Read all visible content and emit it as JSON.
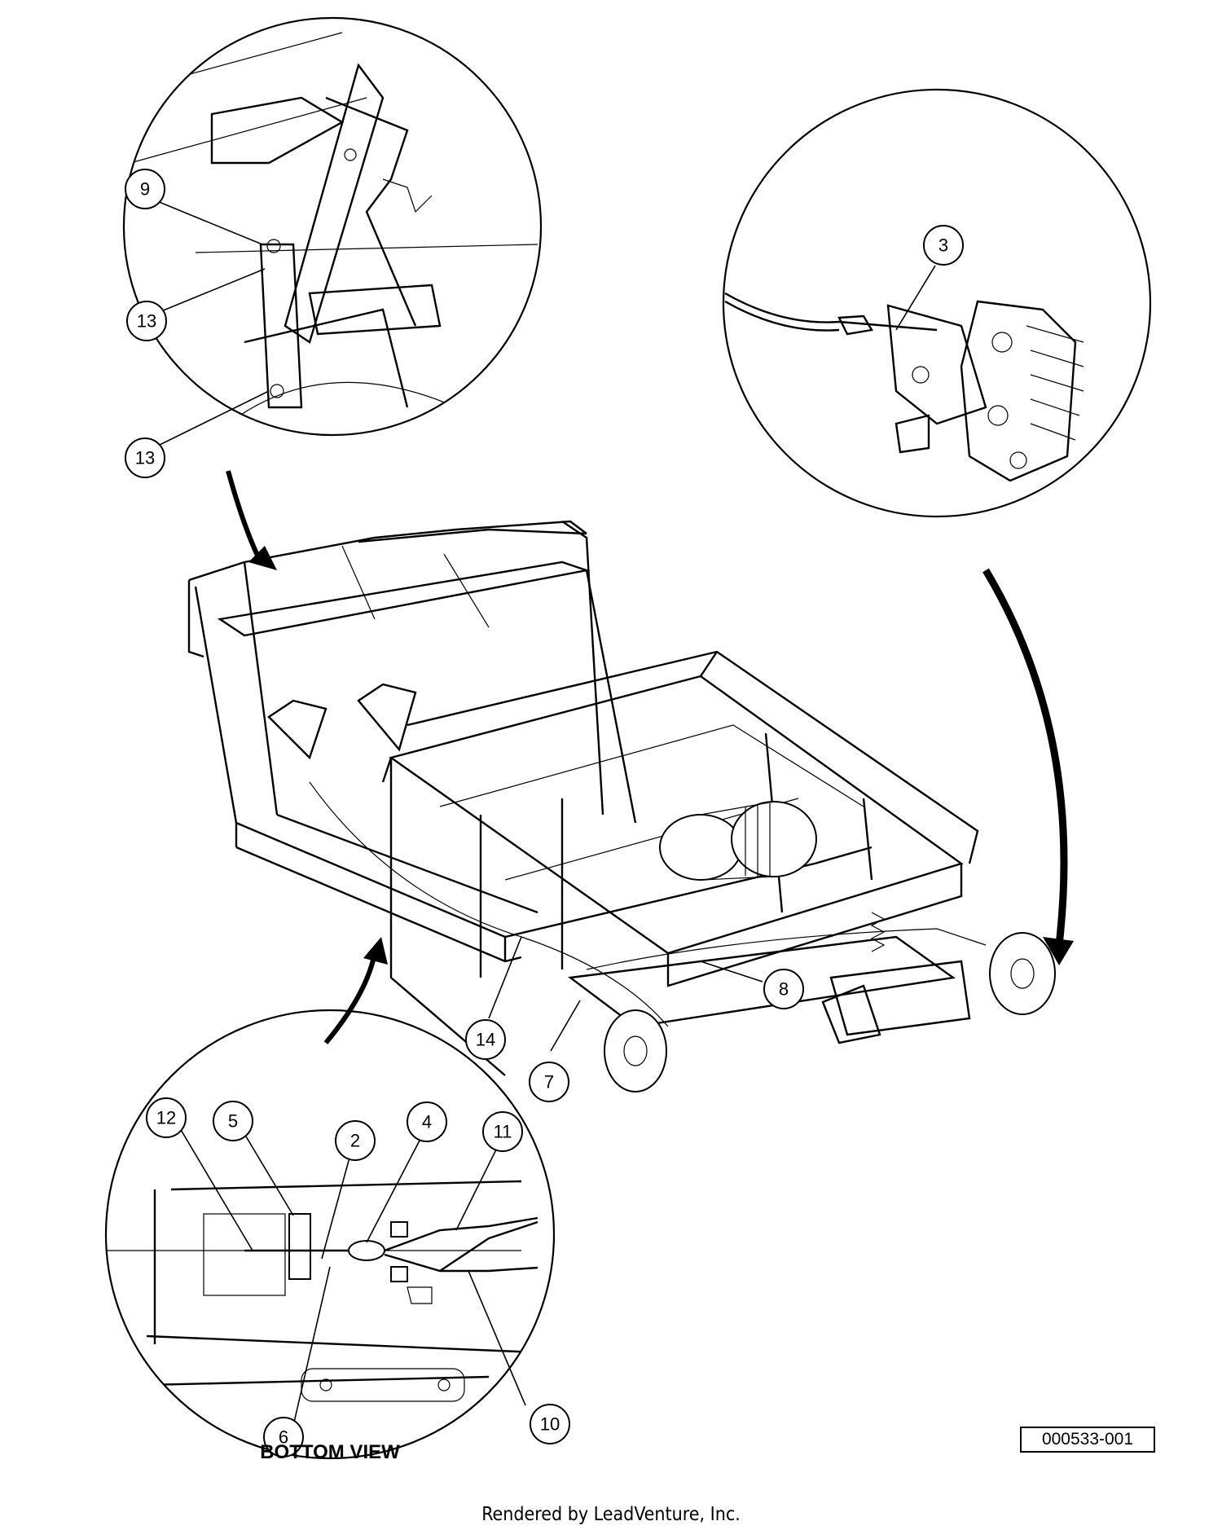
{
  "callouts": {
    "c9": "9",
    "c13a": "13",
    "c13b": "13",
    "c3": "3",
    "c8": "8",
    "c14": "14",
    "c7": "7",
    "c12": "12",
    "c5": "5",
    "c2": "2",
    "c4": "4",
    "c11": "11",
    "c6": "6",
    "c10": "10"
  },
  "bottom_view_label": "BOTTOM VIEW",
  "drawing_number": "000533-001",
  "footer": "Rendered by LeadVenture, Inc."
}
